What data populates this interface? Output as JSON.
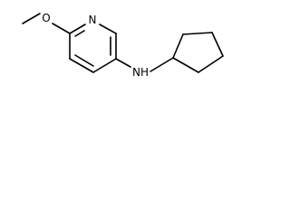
{
  "molecule": {
    "atoms": {
      "ring_n": "N",
      "methoxy_o": "O",
      "amine_nh": "NH"
    },
    "colors": {
      "bond": "#000000",
      "label": "#000000",
      "background": "#ffffff"
    }
  }
}
